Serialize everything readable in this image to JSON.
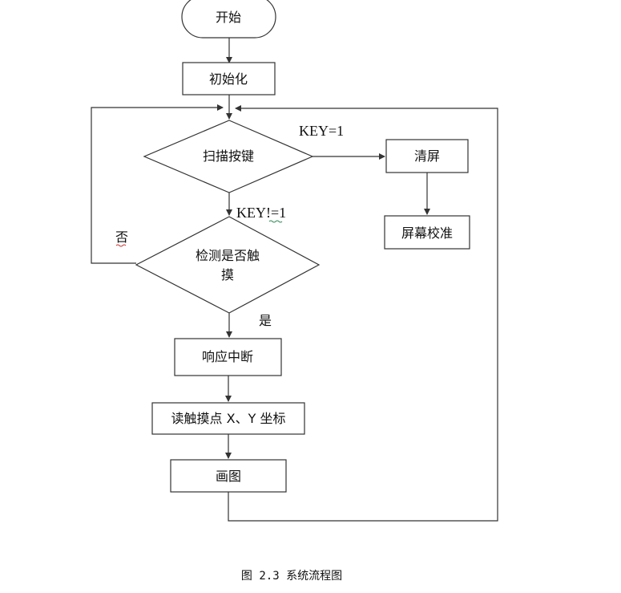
{
  "nodes": {
    "start": "开始",
    "init": "初始化",
    "scan_keys": "扫描按键",
    "clear_screen": "清屏",
    "calibrate": "屏幕校准",
    "detect_touch_line1": "检测是否触",
    "detect_touch_line2": "摸",
    "interrupt": "响应中断",
    "read_xy": "读触摸点 X、Y 坐标",
    "draw": "画图"
  },
  "edges": {
    "key_eq_1": "KEY=1",
    "key_ne_1": "KEY!=1",
    "no": "否",
    "yes": "是"
  },
  "caption": "图 2.3 系统流程图",
  "colors": {
    "stroke": "#333333",
    "squiggle": "#2e8b57"
  }
}
